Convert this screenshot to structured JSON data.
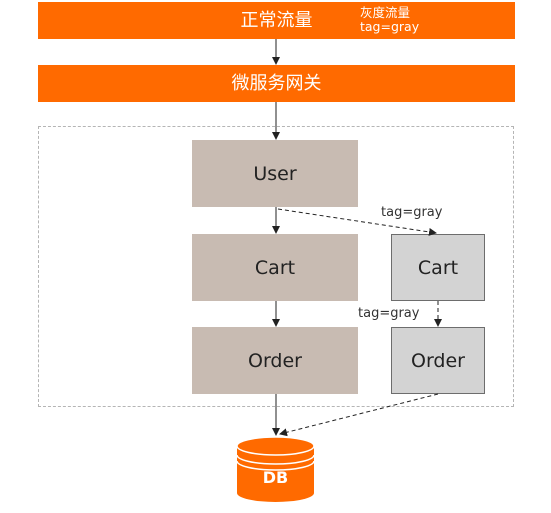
{
  "top_bar": {
    "label": "正常流量",
    "note_line1": "灰度流量",
    "note_line2": "tag=gray"
  },
  "gateway": {
    "label": "微服务网关"
  },
  "services": {
    "user": "User",
    "cart": "Cart",
    "order": "Order"
  },
  "gray_services": {
    "cart": "Cart",
    "order": "Order"
  },
  "edge_tags": {
    "user_to_gray_cart": "tag=gray",
    "gray_cart_to_gray_order": "tag=gray"
  },
  "database": {
    "label": "DB"
  },
  "colors": {
    "accent": "#ff6a00",
    "service_fill": "#c8bbb2",
    "gray_service_fill": "#d3d3d3",
    "frame_border": "#b5b5b5"
  }
}
